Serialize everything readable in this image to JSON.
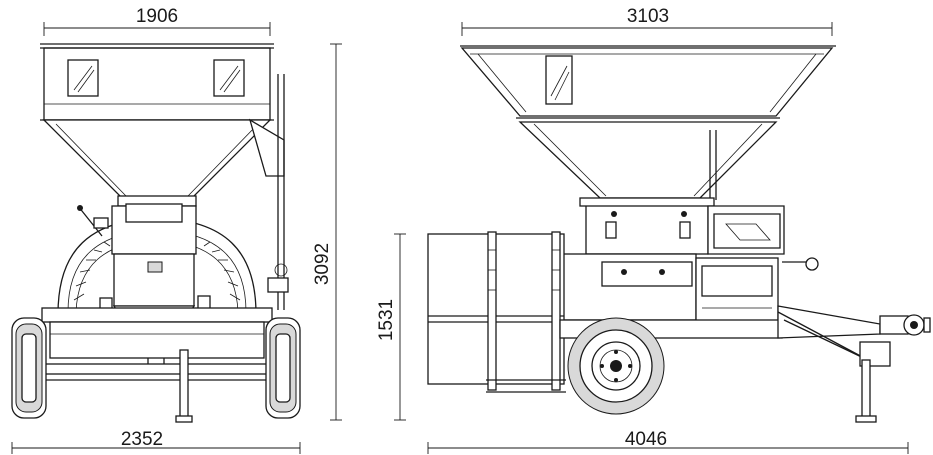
{
  "dimensions": {
    "front_top_width": "1906",
    "front_bottom_width": "2352",
    "front_total_height": "3092",
    "side_top_width": "3103",
    "side_bottom_length": "4046",
    "side_height": "1531"
  },
  "colors": {
    "line": "#1a1a1a",
    "background": "#ffffff"
  }
}
